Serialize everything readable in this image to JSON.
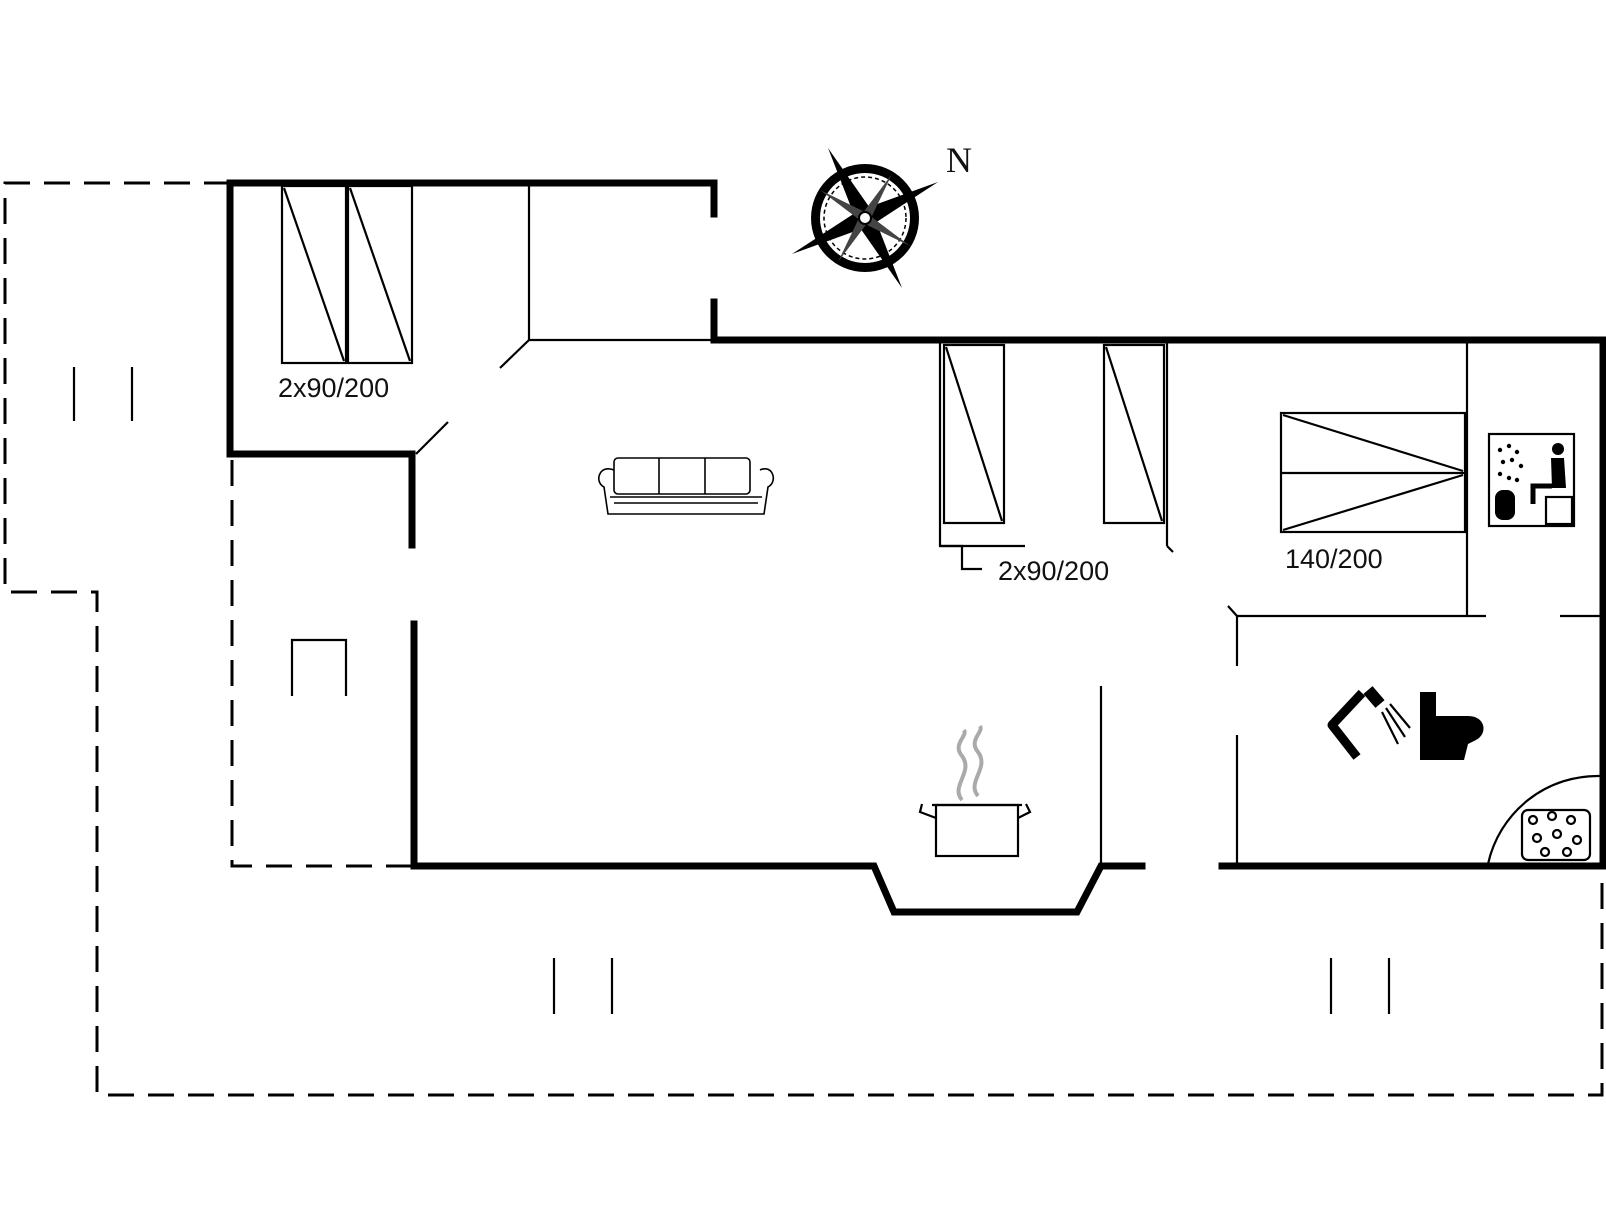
{
  "compass": {
    "north_label": "N"
  },
  "rooms": [
    {
      "id": "bedroom-1",
      "bed_label": "2x90/200"
    },
    {
      "id": "bedroom-2",
      "bed_label": "2x90/200"
    },
    {
      "id": "bedroom-3",
      "bed_label": "140/200"
    }
  ],
  "icons": [
    "compass-rose-icon",
    "sofa-icon",
    "cooking-pot-icon",
    "shower-icon",
    "toilet-icon",
    "sauna-icon",
    "hot-tub-icon",
    "terrace-icon"
  ],
  "colors": {
    "line": "#000000",
    "background": "#ffffff"
  }
}
